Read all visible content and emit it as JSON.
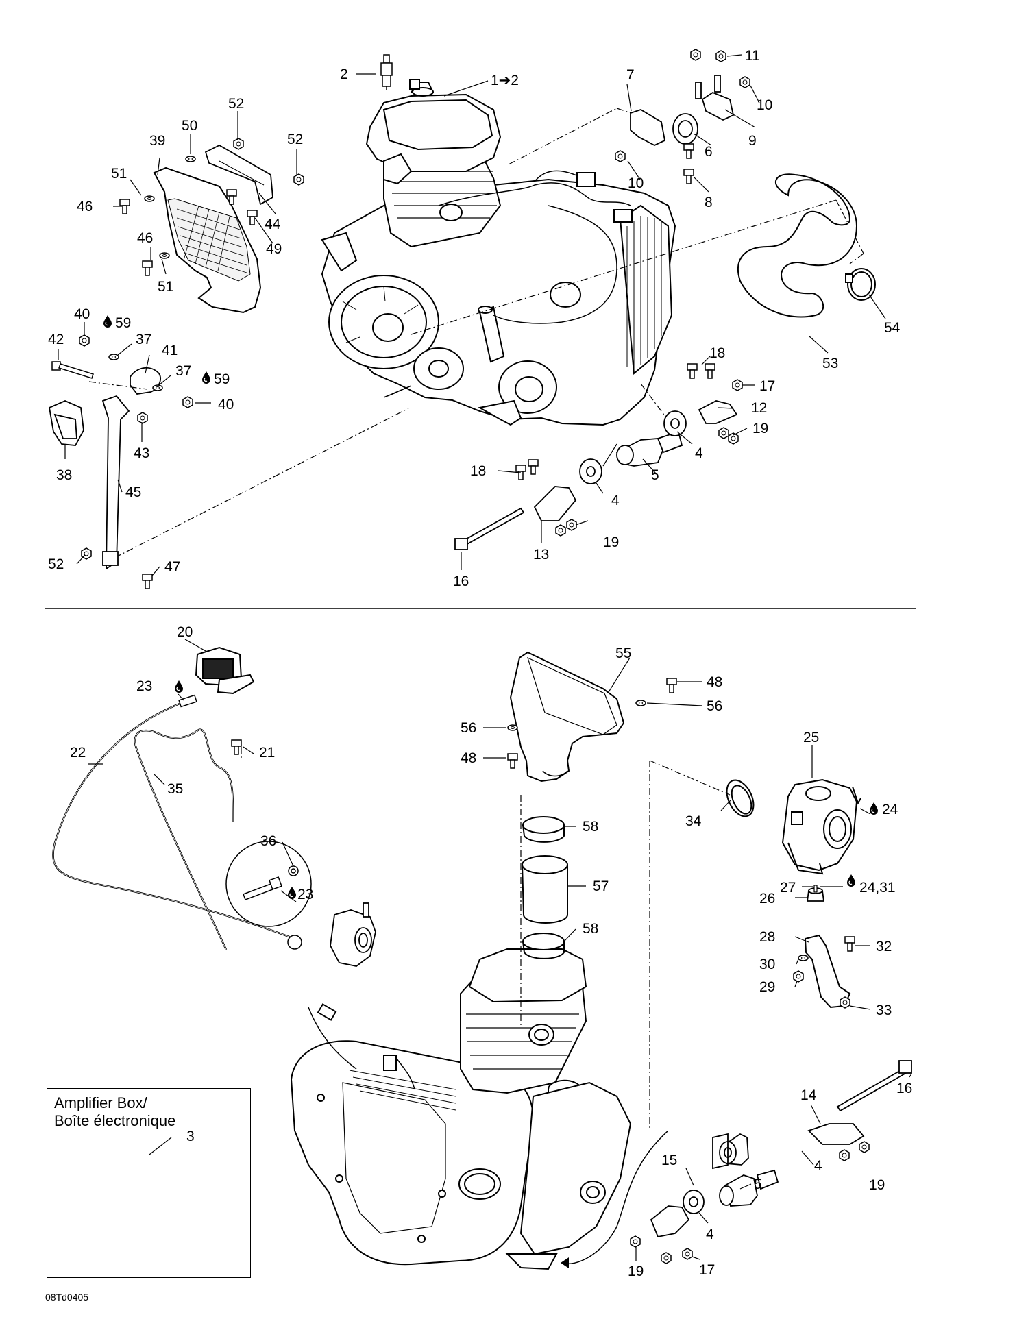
{
  "diagram": {
    "note_box": {
      "line1": "Amplifier Box/",
      "line2": "Boîte électronique",
      "callout": "3"
    },
    "drawing_code": "08Td0405",
    "callouts_top": [
      "2",
      "1➔2",
      "7",
      "11",
      "10",
      "9",
      "6",
      "10",
      "8",
      "52",
      "50",
      "39",
      "52",
      "51",
      "46",
      "44",
      "49",
      "46",
      "51",
      "54",
      "53",
      "40",
      "59",
      "42",
      "37",
      "41",
      "37",
      "59",
      "40",
      "38",
      "43",
      "45",
      "18",
      "17",
      "12",
      "19",
      "18",
      "4",
      "5",
      "4",
      "19",
      "13",
      "16",
      "52",
      "47"
    ],
    "callouts_bottom": [
      "20",
      "23",
      "21",
      "22",
      "35",
      "36",
      "23",
      "55",
      "48",
      "56",
      "56",
      "48",
      "25",
      "34",
      "24",
      "27",
      "24,31",
      "26",
      "28",
      "32",
      "30",
      "29",
      "33",
      "58",
      "57",
      "58",
      "14",
      "16",
      "15",
      "5",
      "4",
      "4",
      "19",
      "17",
      "19"
    ]
  }
}
